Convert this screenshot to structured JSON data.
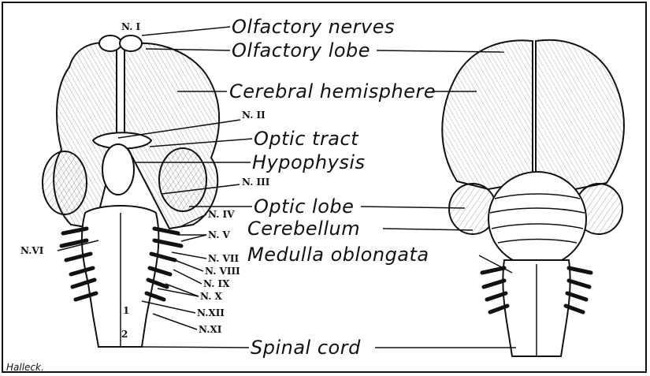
{
  "labels": {
    "olfactory_nerves": "Olfactory nerves",
    "olfactory_lobe": "Olfactory lobe",
    "cerebral_hemisphere": "Cerebral hemisphere",
    "optic_tract": "Optic tract",
    "hypophysis": "Hypophysis",
    "optic_lobe": "Optic lobe",
    "cerebellum": "Cerebellum",
    "medulla_oblongata": "Medulla oblongata",
    "spinal_cord": "Spinal cord"
  },
  "nerves": {
    "n1": "N. I",
    "n2": "N. II",
    "n3": "N. III",
    "n4": "N. IV",
    "n5": "N. V",
    "n6": "N.VI",
    "n7": "N. VII",
    "n8": "N. VIII",
    "n9": "N. IX",
    "n10": "N. X",
    "n11": "N.XI",
    "n12": "N.XII"
  },
  "marks": {
    "one": "1",
    "two": "2"
  },
  "signature": "Halleck."
}
